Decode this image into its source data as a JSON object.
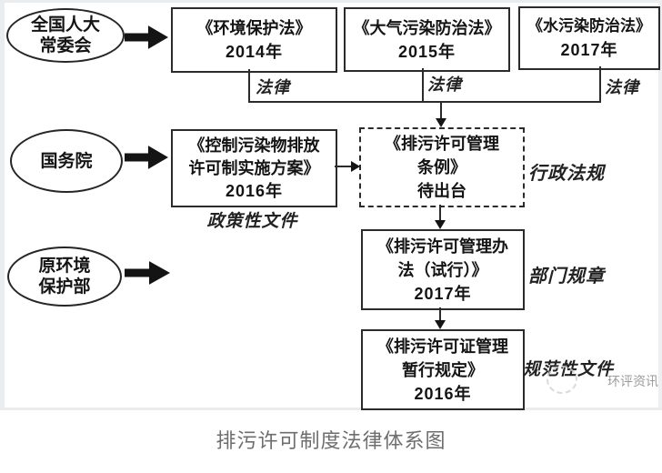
{
  "figure": {
    "caption": "排污许可制度法律体系图",
    "watermark_text": "环评资讯"
  },
  "actors": {
    "npc": {
      "line1": "全国人大",
      "line2": "常委会"
    },
    "state_council": {
      "line1": "国务院"
    },
    "mep": {
      "line1": "原环境",
      "line2": "保护部"
    }
  },
  "laws": [
    {
      "title": "《环境保护法》",
      "year": "2014年",
      "tag": "法律"
    },
    {
      "title": "《大气污染防治法》",
      "year": "2015年",
      "tag": "法律"
    },
    {
      "title": "《水污染防治法》",
      "year": "2017年",
      "tag": "法律"
    }
  ],
  "policy_box": {
    "line1": "《控制污染物排放",
    "line2": "许可制实施方案》",
    "line3": "2016年",
    "tag": "政策性文件"
  },
  "regulation_box": {
    "line1": "《排污许可管理",
    "line2": "条例》",
    "line3": "待出台",
    "tag": "行政法规"
  },
  "department_rule_box": {
    "line1": "《排污许可管理办",
    "line2": "法（试行）》",
    "line3": "2017年",
    "tag": "部门规章"
  },
  "normative_box": {
    "line1": "《排污许可证管理",
    "line2": "暂行规定》",
    "line3": "2016年",
    "tag": "规范性文件"
  },
  "colors": {
    "ink": "#1f1f1f",
    "caption_gray": "#6e6e6e",
    "watermark_gray": "#9b9b9b",
    "edge_gray": "#e9edf0"
  }
}
